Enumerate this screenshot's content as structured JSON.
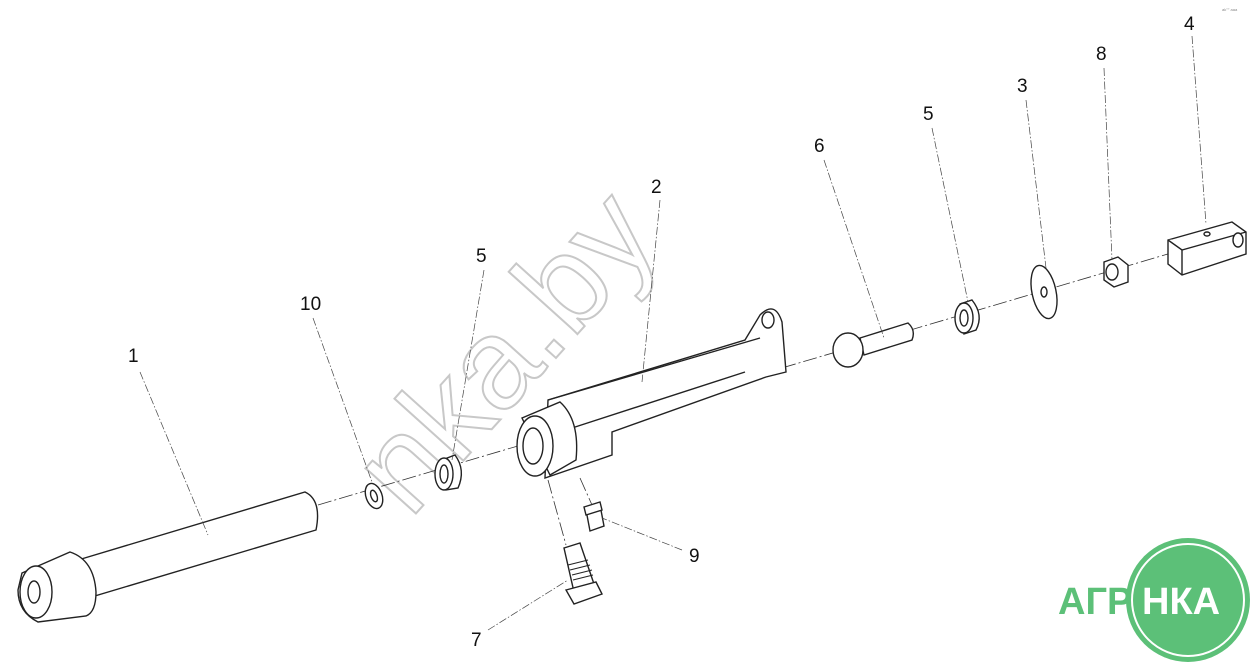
{
  "diagram": {
    "callouts": [
      {
        "id": "1",
        "label": "1"
      },
      {
        "id": "10",
        "label": "10"
      },
      {
        "id": "5a",
        "label": "5"
      },
      {
        "id": "2",
        "label": "2"
      },
      {
        "id": "6",
        "label": "6"
      },
      {
        "id": "5b",
        "label": "5"
      },
      {
        "id": "3",
        "label": "3"
      },
      {
        "id": "8",
        "label": "8"
      },
      {
        "id": "4",
        "label": "4"
      },
      {
        "id": "9",
        "label": "9"
      },
      {
        "id": "7",
        "label": "7"
      }
    ],
    "watermark": "nka.by",
    "corner_mark": "ak°° ааа",
    "logo": {
      "left": "АГРО",
      "right": "НКА",
      "color": "#5cc078"
    }
  }
}
